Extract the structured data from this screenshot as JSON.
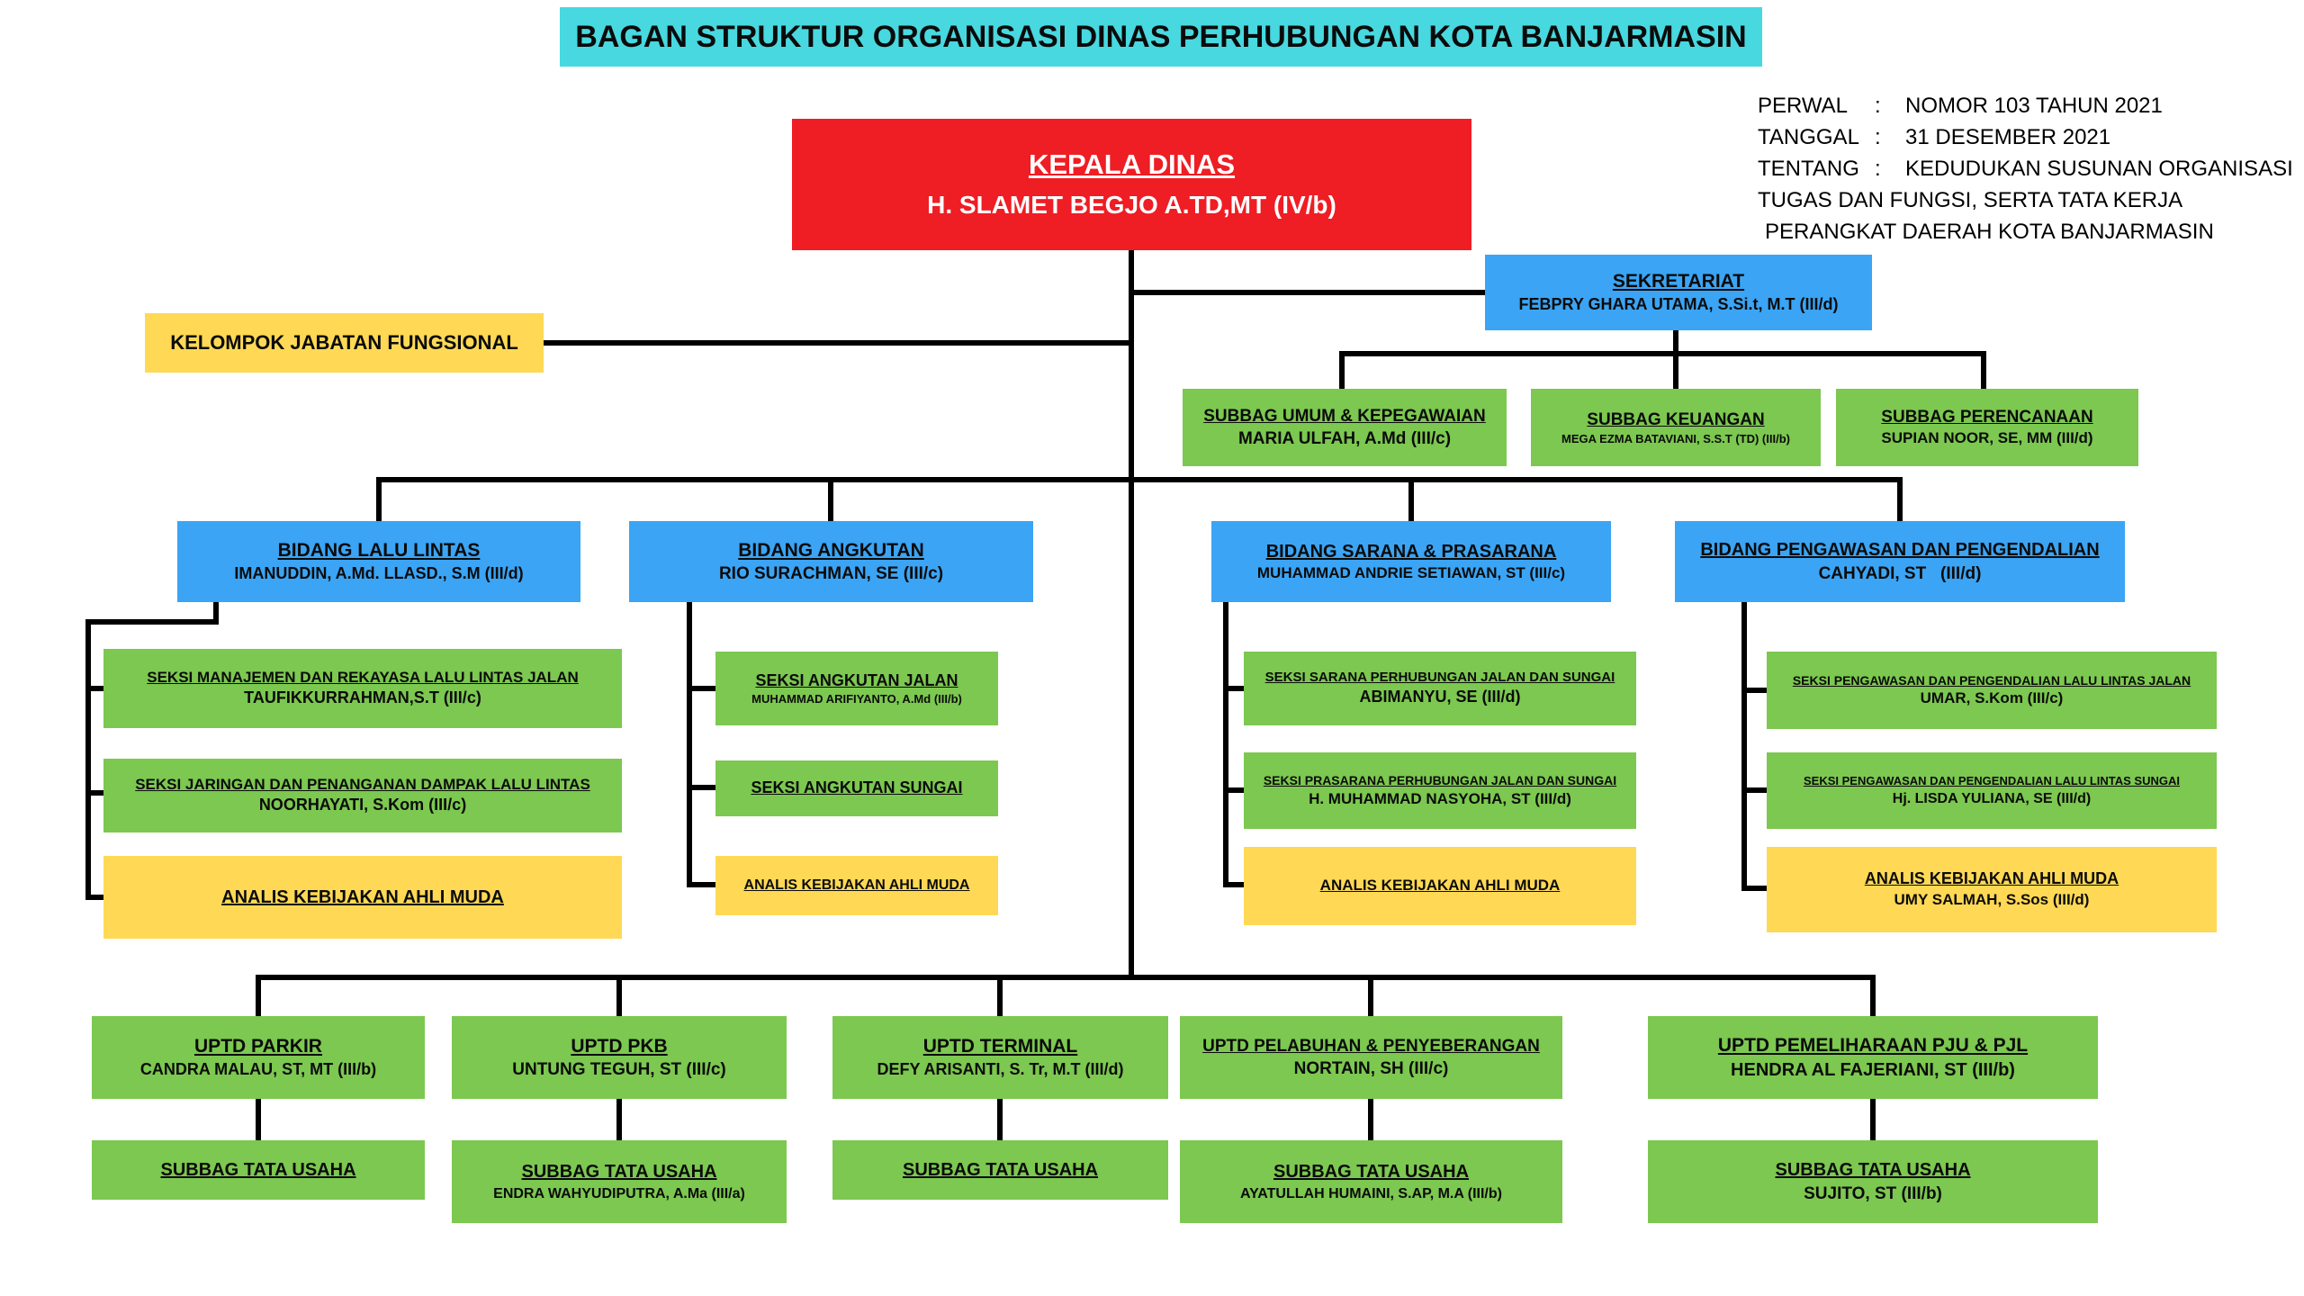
{
  "colors": {
    "header_bg": "#48D8DF",
    "kepala_bg": "#EF1D24",
    "bidang_bg": "#3BA4F4",
    "seksi_bg": "#7CC850",
    "fungsional_bg": "#FFD955",
    "connector": "#000000",
    "page_bg": "#FFFFFF"
  },
  "header": {
    "title": "BAGAN STRUKTUR ORGANISASI DINAS PERHUBUNGAN KOTA BANJARMASIN"
  },
  "legal": {
    "colon": ":",
    "perwal_label": "PERWAL",
    "perwal_value": "NOMOR 103 TAHUN 2021",
    "tanggal_label": "TANGGAL",
    "tanggal_value": "31 DESEMBER 2021",
    "tentang_label": "TENTANG",
    "tentang_value": "KEDUDUKAN SUSUNAN ORGANISASI",
    "tentang_cont1": "TUGAS DAN FUNGSI, SERTA TATA KERJA",
    "tentang_cont2": "PERANGKAT DAERAH KOTA BANJARMASIN"
  },
  "nodes": {
    "kepala_dinas": {
      "title": "KEPALA DINAS",
      "name": "H. SLAMET BEGJO A.TD,MT (IV/b)"
    },
    "sekretariat": {
      "title": "SEKRETARIAT",
      "name": "FEBPRY GHARA UTAMA, S.Si.t, M.T (III/d)"
    },
    "kelompok_jabatan_fungsional": {
      "title": "KELOMPOK JABATAN FUNGSIONAL"
    },
    "subbag_umum_kepegawaian": {
      "title": "SUBBAG UMUM & KEPEGAWAIAN",
      "name": "MARIA ULFAH, A.Md (III/c)"
    },
    "subbag_keuangan": {
      "title": "SUBBAG KEUANGAN",
      "name": "MEGA EZMA BATAVIANI, S.S.T (TD) (III/b)"
    },
    "subbag_perencanaan": {
      "title": "SUBBAG PERENCANAAN",
      "name": "SUPIAN NOOR, SE, MM (III/d)"
    },
    "bidang_lalu_lintas": {
      "title": "BIDANG LALU LINTAS",
      "name": "IMANUDDIN, A.Md. LLASD., S.M (III/d)"
    },
    "bidang_angkutan": {
      "title": "BIDANG ANGKUTAN",
      "name": "RIO SURACHMAN, SE (III/c)"
    },
    "bidang_sarana_prasarana": {
      "title": "BIDANG SARANA & PRASARANA",
      "name": "MUHAMMAD ANDRIE SETIAWAN, ST (III/c)"
    },
    "bidang_pengawasan_pengendalian": {
      "title": "BIDANG PENGAWASAN DAN PENGENDALIAN",
      "name": "CAHYADI, ST   (III/d)"
    },
    "seksi_manajemen_rekayasa": {
      "title": "SEKSI MANAJEMEN DAN REKAYASA LALU LINTAS JALAN",
      "name": "TAUFIKKURRAHMAN,S.T (III/c)"
    },
    "seksi_jaringan_dampak": {
      "title": "SEKSI JARINGAN DAN PENANGANAN DAMPAK LALU LINTAS",
      "name": "NOORHAYATI, S.Kom (III/c)"
    },
    "analis_lalu_lintas": {
      "title": "ANALIS KEBIJAKAN AHLI MUDA"
    },
    "seksi_angkutan_jalan": {
      "title": "SEKSI ANGKUTAN JALAN",
      "name": "MUHAMMAD ARIFIYANTO, A.Md (III/b)"
    },
    "seksi_angkutan_sungai": {
      "title": "SEKSI ANGKUTAN SUNGAI"
    },
    "analis_angkutan": {
      "title": "ANALIS KEBIJAKAN AHLI MUDA"
    },
    "seksi_sarana": {
      "title": "SEKSI SARANA PERHUBUNGAN JALAN DAN SUNGAI",
      "name": "ABIMANYU, SE (III/d)"
    },
    "seksi_prasarana": {
      "title": "SEKSI PRASARANA PERHUBUNGAN JALAN DAN SUNGAI",
      "name": "H. MUHAMMAD NASYOHA, ST (III/d)"
    },
    "analis_sarana": {
      "title": "ANALIS KEBIJAKAN AHLI MUDA"
    },
    "seksi_pengawasan_jalan": {
      "title": "SEKSI PENGAWASAN DAN PENGENDALIAN LALU LINTAS JALAN",
      "name": "UMAR, S.Kom (III/c)"
    },
    "seksi_pengawasan_sungai": {
      "title": "SEKSI PENGAWASAN DAN PENGENDALIAN LALU LINTAS SUNGAI",
      "name": "Hj. LISDA YULIANA, SE (III/d)"
    },
    "analis_pengawasan": {
      "title": "ANALIS KEBIJAKAN AHLI MUDA",
      "name": "UMY SALMAH, S.Sos (III/d)"
    },
    "uptd_parkir": {
      "title": "UPTD PARKIR",
      "name": "CANDRA MALAU, ST, MT (III/b)"
    },
    "uptd_pkb": {
      "title": "UPTD PKB",
      "name": "UNTUNG TEGUH, ST (III/c)"
    },
    "uptd_terminal": {
      "title": "UPTD TERMINAL",
      "name": "DEFY ARISANTI, S. Tr, M.T (III/d)"
    },
    "uptd_pelabuhan": {
      "title": "UPTD PELABUHAN & PENYEBERANGAN",
      "name": "NORTAIN, SH (III/c)"
    },
    "uptd_pju_pjl": {
      "title": "UPTD PEMELIHARAAN PJU & PJL",
      "name": "HENDRA AL FAJERIANI, ST (III/b)"
    },
    "tu_parkir": {
      "title": "SUBBAG TATA USAHA"
    },
    "tu_pkb": {
      "title": "SUBBAG TATA USAHA",
      "name": "ENDRA WAHYUDIPUTRA, A.Ma (III/a)"
    },
    "tu_terminal": {
      "title": "SUBBAG TATA USAHA"
    },
    "tu_pelabuhan": {
      "title": "SUBBAG TATA USAHA",
      "name": "AYATULLAH HUMAINI, S.AP, M.A (III/b)"
    },
    "tu_pju_pjl": {
      "title": "SUBBAG TATA USAHA",
      "name": "SUJITO, ST (III/b)"
    }
  }
}
